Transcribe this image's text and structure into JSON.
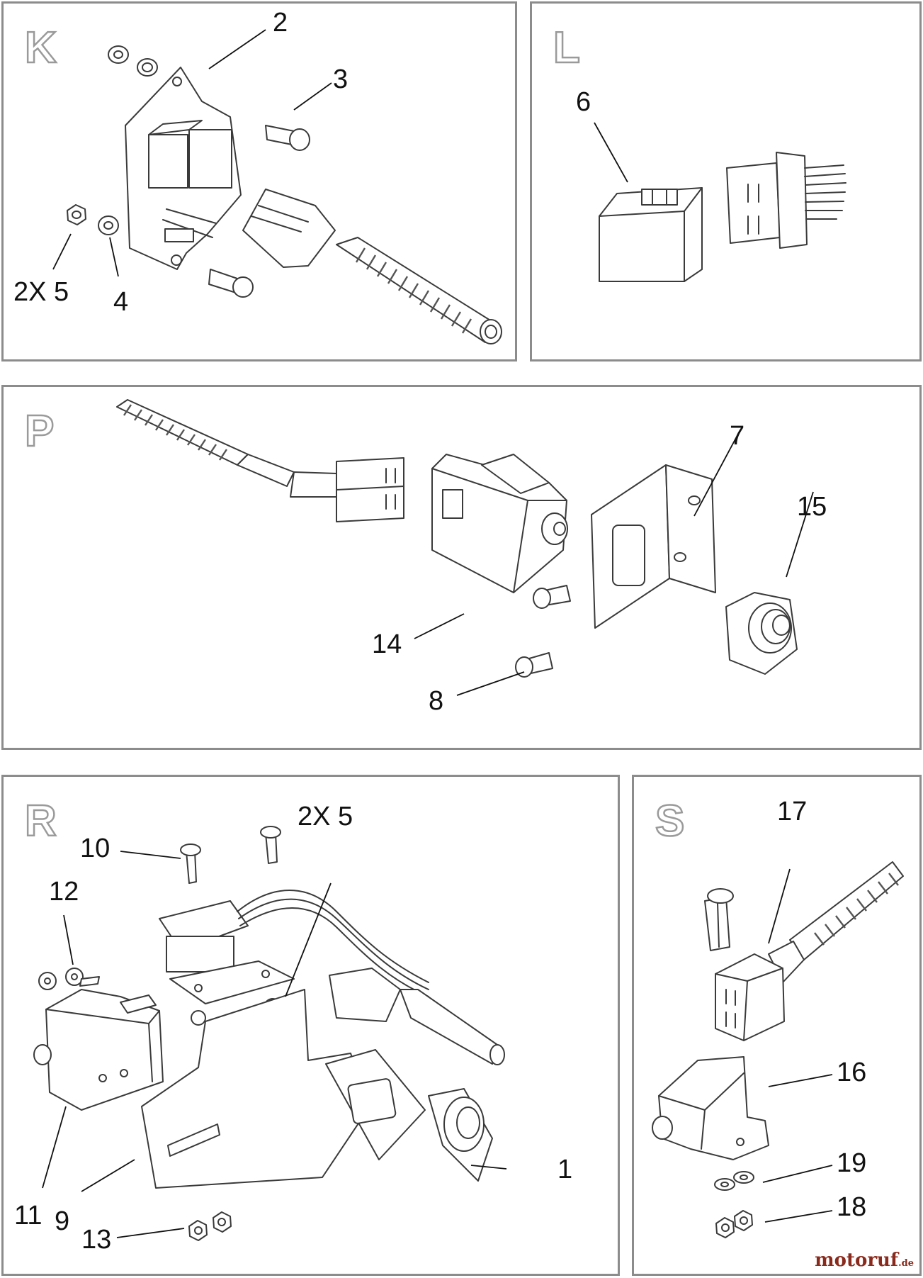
{
  "panels": {
    "k": {
      "letter": "K",
      "callouts": {
        "c2": "2",
        "c3": "3",
        "c2x5": "2X 5",
        "c4": "4"
      }
    },
    "l": {
      "letter": "L",
      "callouts": {
        "c6": "6"
      }
    },
    "p": {
      "letter": "P",
      "callouts": {
        "c7": "7",
        "c15": "15",
        "c14": "14",
        "c8": "8"
      }
    },
    "r": {
      "letter": "R",
      "callouts": {
        "c2x5": "2X 5",
        "c10": "10",
        "c12": "12",
        "c11": "11",
        "c9": "9",
        "c13": "13",
        "c1": "1"
      }
    },
    "s": {
      "letter": "S",
      "callouts": {
        "c17": "17",
        "c16": "16",
        "c19": "19",
        "c18": "18"
      }
    }
  },
  "watermark": {
    "name": "motoruf",
    "tld": ".de"
  }
}
